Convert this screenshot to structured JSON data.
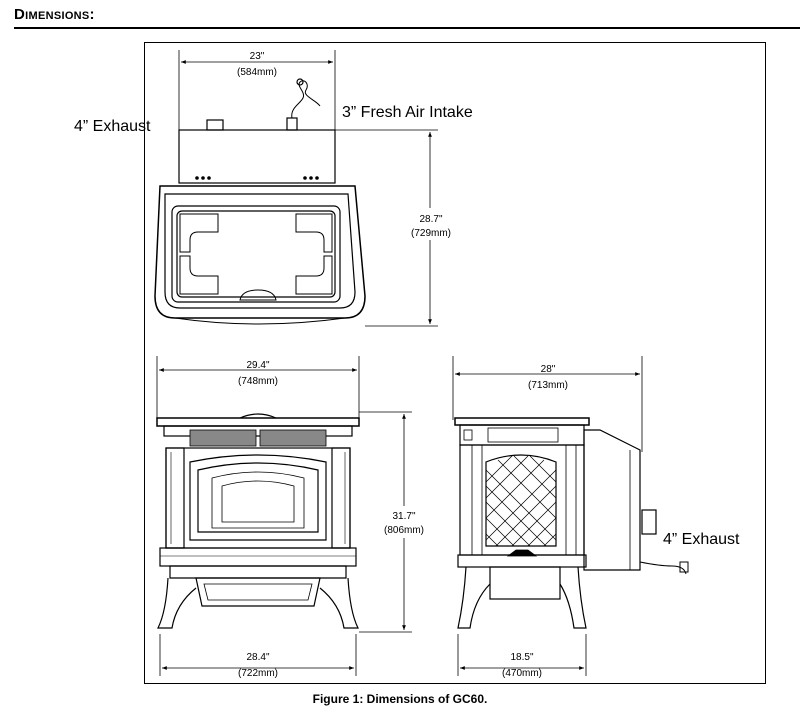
{
  "heading": "Dimensions:",
  "caption": "Figure 1: Dimensions of GC60.",
  "labels": {
    "exhaust_top": "4” Exhaust",
    "fresh_air": "3” Fresh Air Intake",
    "exhaust_side": "4” Exhaust"
  },
  "dimensions": {
    "top_width_in": "23\"",
    "top_width_mm": "(584mm)",
    "top_depth_in": "28.7\"",
    "top_depth_mm": "(729mm)",
    "front_width_in": "29.4\"",
    "front_width_mm": "(748mm)",
    "front_height_in": "31.7\"",
    "front_height_mm": "(806mm)",
    "front_base_in": "28.4\"",
    "front_base_mm": "(722mm)",
    "side_depth_in": "28\"",
    "side_depth_mm": "(713mm)",
    "side_base_in": "18.5\"",
    "side_base_mm": "(470mm)"
  }
}
